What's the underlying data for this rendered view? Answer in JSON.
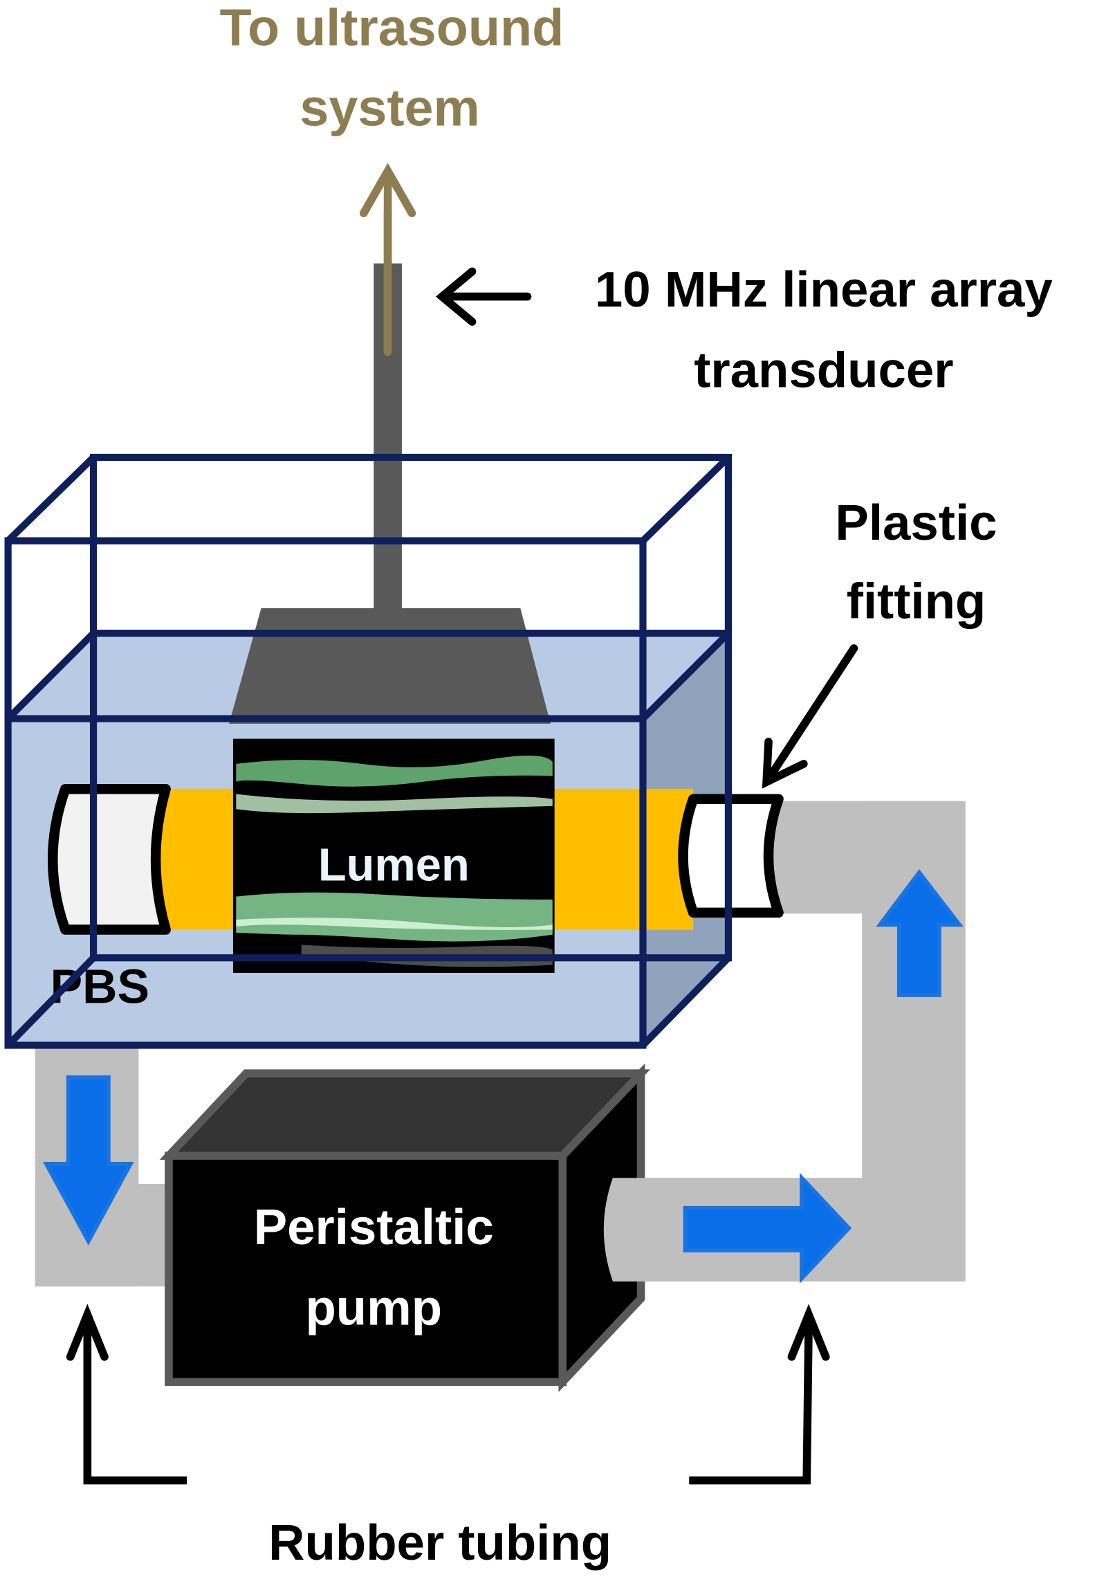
{
  "labels": {
    "ultrasound_line1": "To ultrasound",
    "ultrasound_line2": "system",
    "transducer_line1": "10 MHz linear array",
    "transducer_line2": "transducer",
    "fitting_line1": "Plastic",
    "fitting_line2": "fitting",
    "lumen": "Lumen",
    "pbs": "PBS",
    "pump_line1": "Peristaltic",
    "pump_line2": "pump",
    "tubing": "Rubber tubing"
  },
  "icons": {
    "flow_arrows": [
      "flow-arrow-down-icon",
      "flow-arrow-right-icon",
      "flow-arrow-up-icon"
    ],
    "pointer_arrows": [
      "to-ultrasound-arrow-icon",
      "transducer-pointer-arrow-icon",
      "fitting-pointer-arrow-icon",
      "tubing-pointer-arrow-icon"
    ]
  },
  "colors": {
    "ultrasound_label": "#8c7e50",
    "tank_outline": "#0f1f5c",
    "pbs_fluid": "#b9cbe4",
    "tank_side": "#8fa3bd",
    "vessel": "#ffbf00",
    "transducer": "#595959",
    "tubing": "#bfbfbf",
    "flow_arrow": "#1874e0",
    "pump_body": "#000000",
    "pump_edge": "#595959"
  }
}
